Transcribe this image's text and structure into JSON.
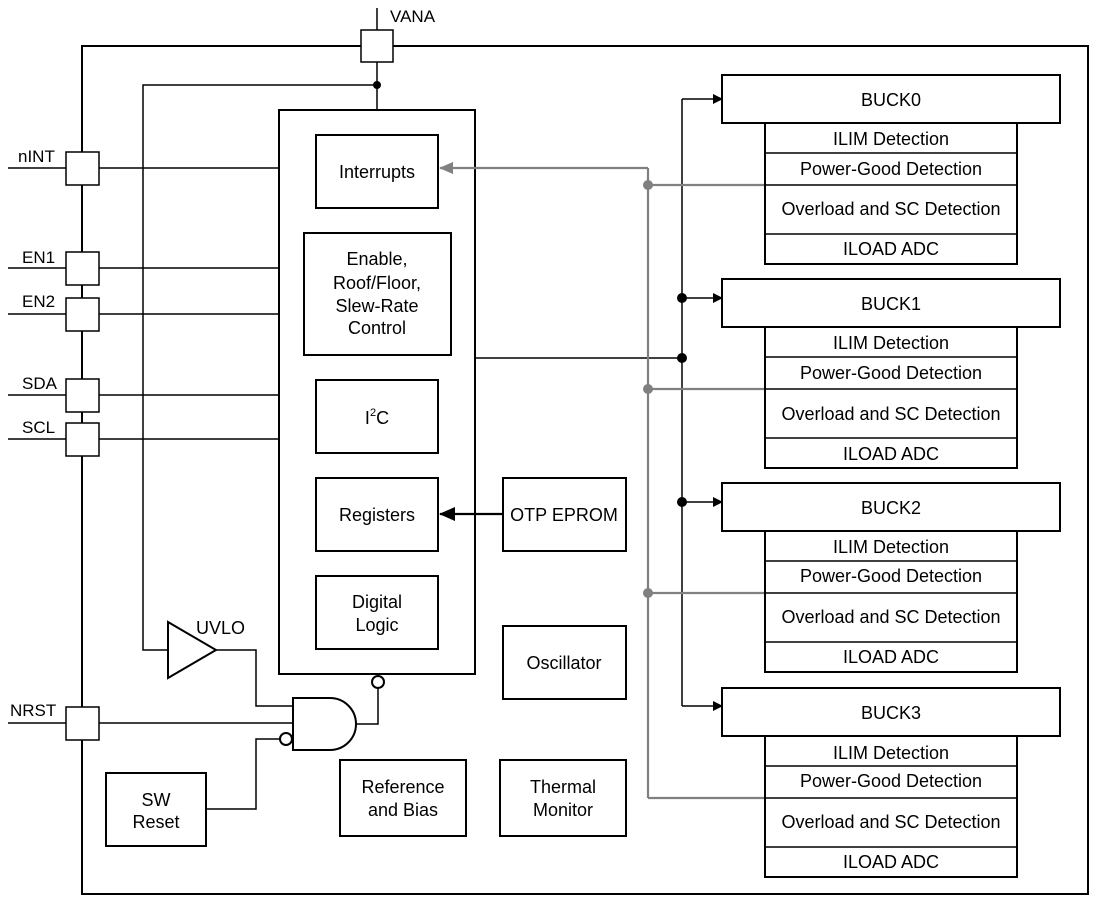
{
  "pins": {
    "vana": "VANA",
    "nint": "nINT",
    "en1": "EN1",
    "en2": "EN2",
    "sda": "SDA",
    "scl": "SCL",
    "nrst": "NRST"
  },
  "blocks": {
    "interrupts": "Interrupts",
    "enable": [
      "Enable,",
      "Roof/Floor,",
      "Slew-Rate",
      "Control"
    ],
    "i2c_i": "I",
    "i2c_sup": "2",
    "i2c_c": "C",
    "registers": "Registers",
    "otp": "OTP EPROM",
    "digital_logic": [
      "Digital",
      "Logic"
    ],
    "oscillator": "Oscillator",
    "uvlo": "UVLO",
    "sw_reset": [
      "SW",
      "Reset"
    ],
    "reference": [
      "Reference",
      "and Bias"
    ],
    "thermal": [
      "Thermal",
      "Monitor"
    ]
  },
  "bucks": [
    {
      "name": "BUCK0",
      "rows": [
        "ILIM Detection",
        "Power-Good Detection",
        "Overload and SC Detection",
        "ILOAD ADC"
      ]
    },
    {
      "name": "BUCK1",
      "rows": [
        "ILIM Detection",
        "Power-Good Detection",
        "Overload and SC Detection",
        "ILOAD ADC"
      ]
    },
    {
      "name": "BUCK2",
      "rows": [
        "ILIM Detection",
        "Power-Good Detection",
        "Overload and SC Detection",
        "ILOAD ADC"
      ]
    },
    {
      "name": "BUCK3",
      "rows": [
        "ILIM Detection",
        "Power-Good Detection",
        "Overload and SC Detection",
        "ILOAD ADC"
      ]
    }
  ]
}
